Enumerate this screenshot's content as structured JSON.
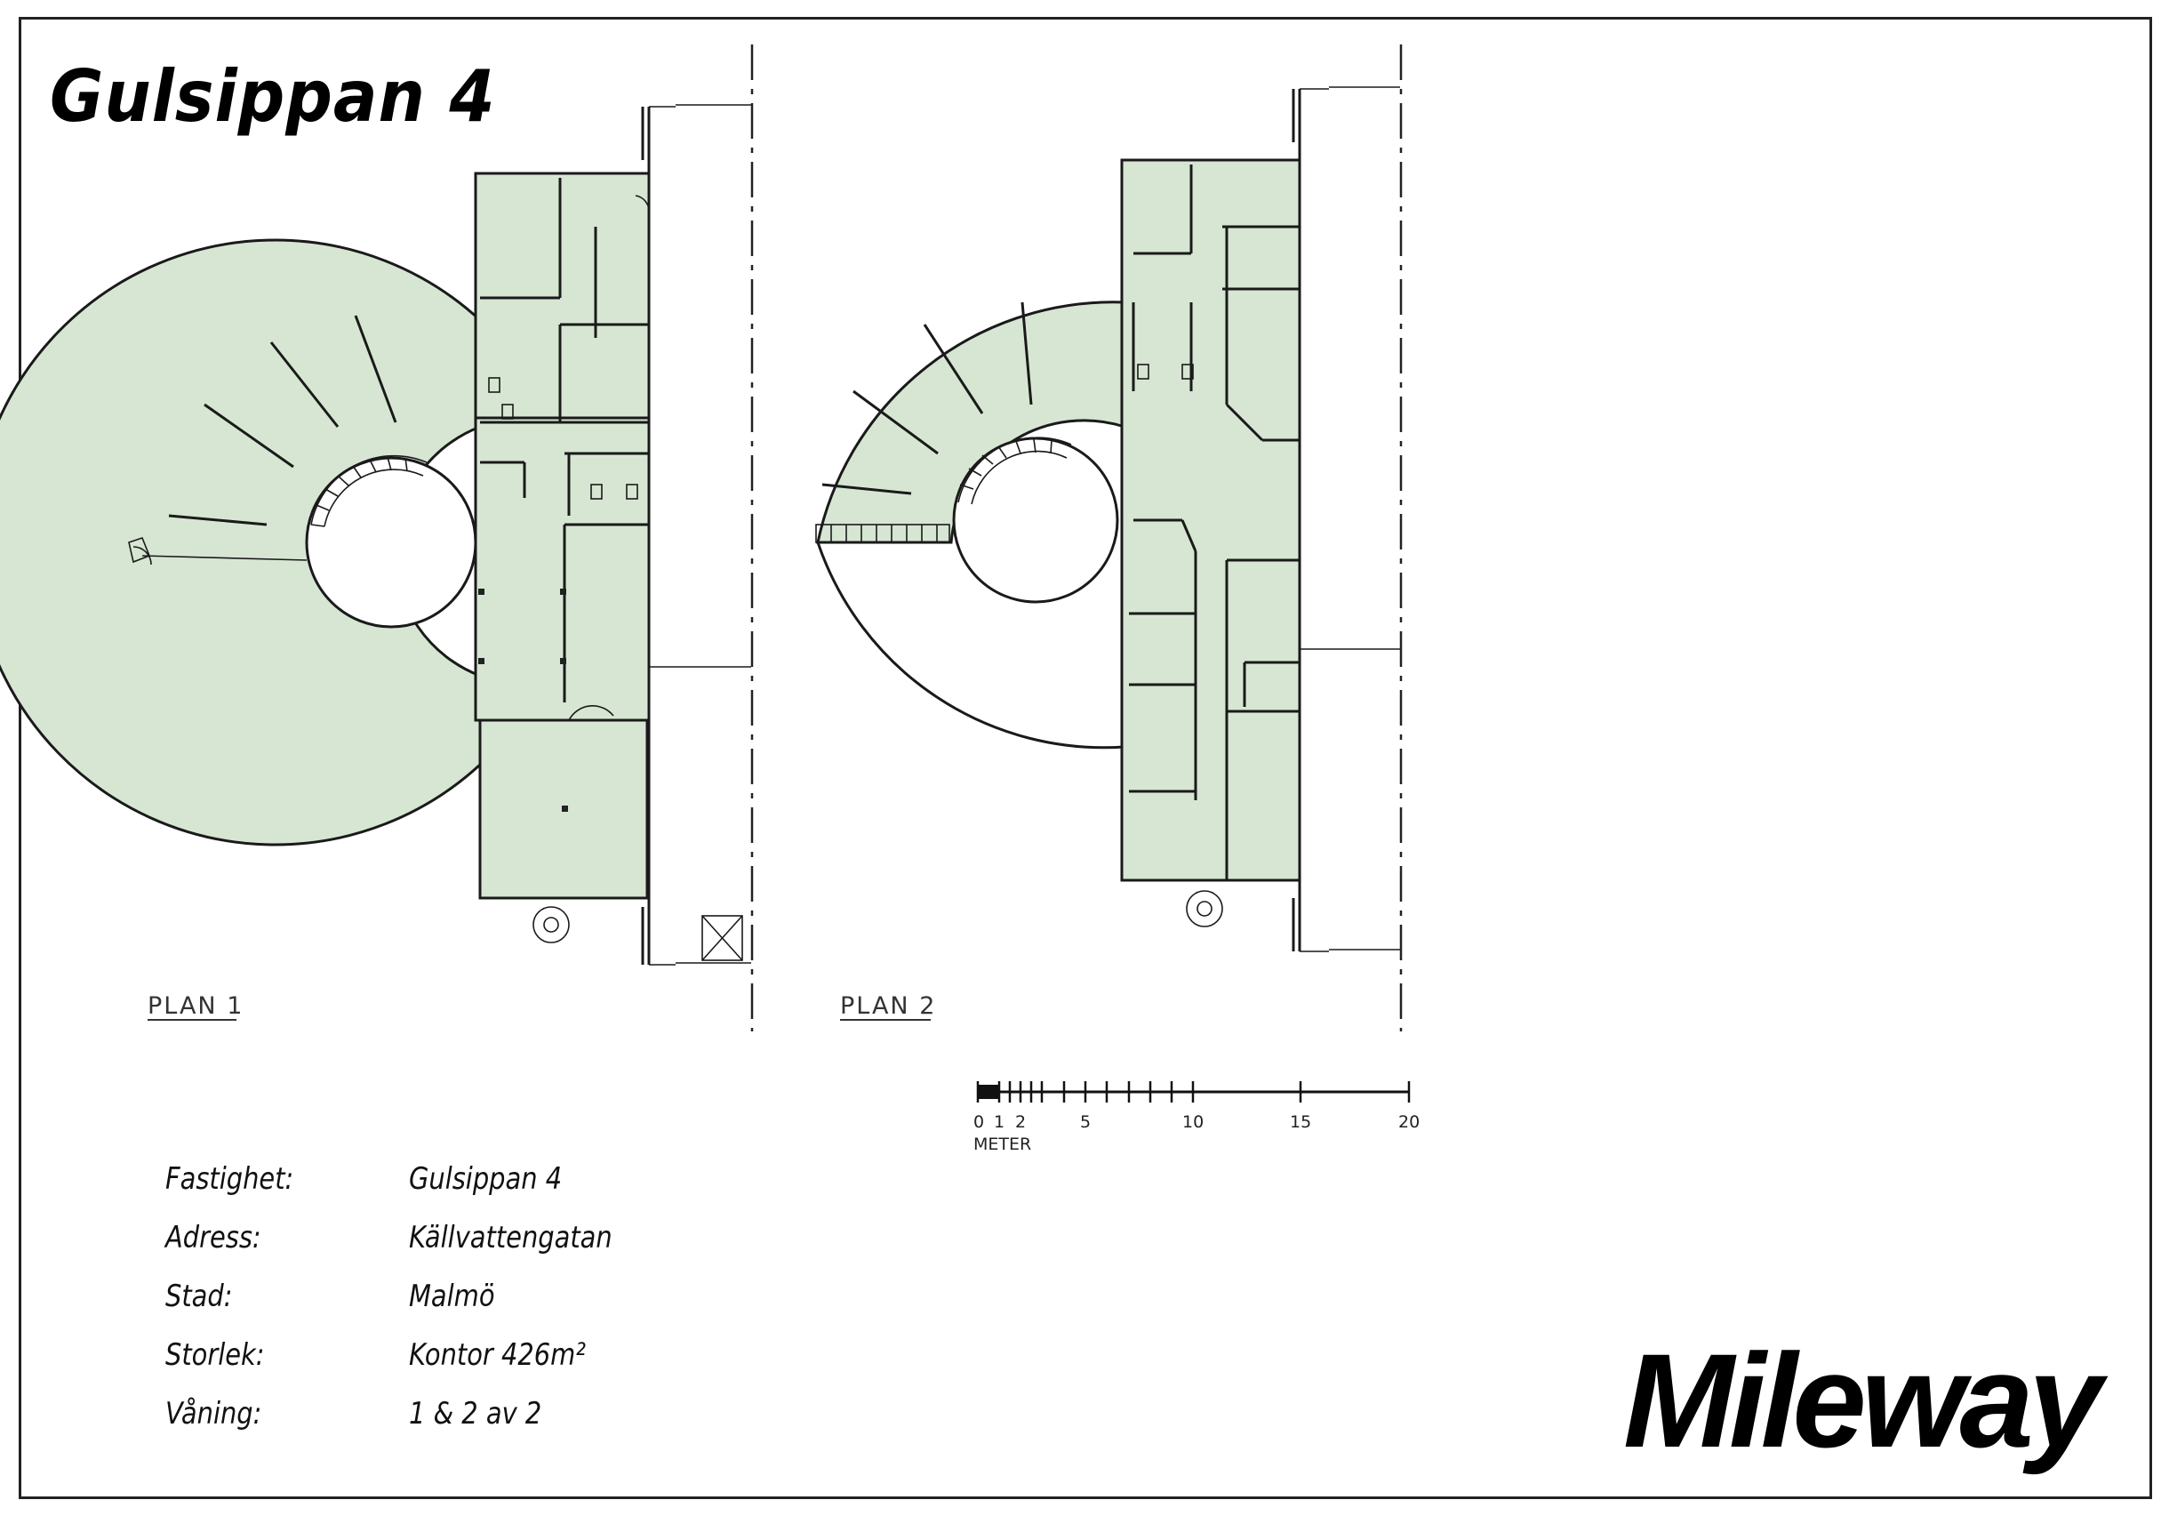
{
  "title": "Gulsippan 4",
  "plans": [
    {
      "label": "PLAN 1"
    },
    {
      "label": "PLAN 2"
    }
  ],
  "scale": {
    "ticks": [
      "0",
      "1",
      "2",
      "5",
      "10",
      "15",
      "20"
    ],
    "unit": "METER"
  },
  "info": [
    {
      "label": "Fastighet:",
      "value": "Gulsippan 4"
    },
    {
      "label": "Adress:",
      "value": "Källvattengatan"
    },
    {
      "label": "Stad:",
      "value": "Malmö"
    },
    {
      "label": "Storlek:",
      "value": "Kontor 426m²"
    },
    {
      "label": "Våning:",
      "value": "1 & 2 av 2"
    }
  ],
  "brand": "Mileway",
  "colors": {
    "room_fill": "#d7e6d3",
    "wall": "#1a1a1a"
  }
}
